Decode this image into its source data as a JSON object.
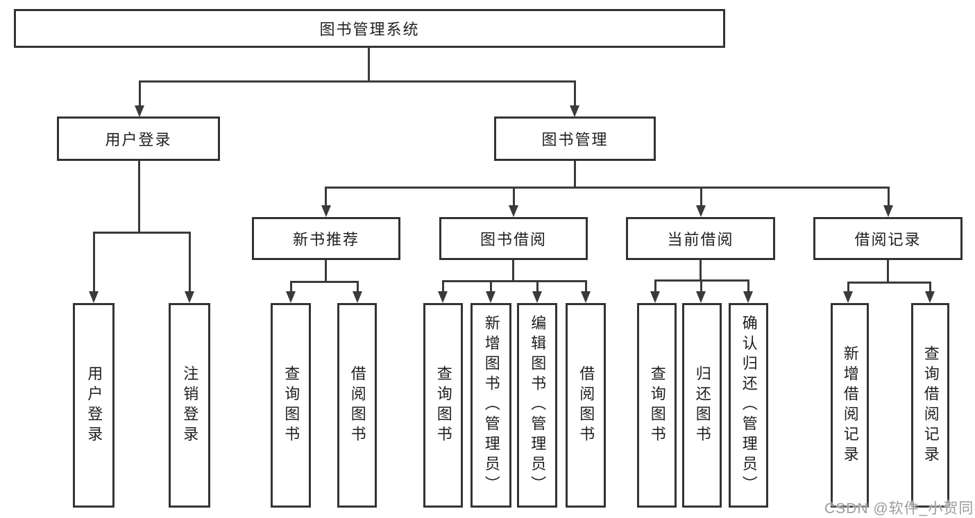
{
  "diagram_title": "图书管理系统",
  "colors": {
    "background": "#ffffff",
    "box_border": "#333333",
    "connector_line": "#3a3a3a",
    "text": "#1f1f1f",
    "watermark": "#9b9b9b"
  },
  "root": {
    "label": "图书管理系统"
  },
  "level2": [
    {
      "id": "user-login",
      "label": "用户登录"
    },
    {
      "id": "book-management",
      "label": "图书管理"
    }
  ],
  "level3": [
    {
      "id": "new-book-recommend",
      "parent": "图书管理",
      "label": "新书推荐"
    },
    {
      "id": "book-borrow",
      "parent": "图书管理",
      "label": "图书借阅"
    },
    {
      "id": "current-borrow",
      "parent": "图书管理",
      "label": "当前借阅"
    },
    {
      "id": "borrow-record",
      "parent": "图书管理",
      "label": "借阅记录"
    }
  ],
  "leaves": [
    {
      "parent": "用户登录",
      "label": "用户登录"
    },
    {
      "parent": "用户登录",
      "label": "注销登录"
    },
    {
      "parent": "新书推荐",
      "label": "查询图书"
    },
    {
      "parent": "新书推荐",
      "label": "借阅图书"
    },
    {
      "parent": "图书借阅",
      "label": "查询图书"
    },
    {
      "parent": "图书借阅",
      "label": "新增图书（管理员）"
    },
    {
      "parent": "图书借阅",
      "label": "编辑图书（管理员）"
    },
    {
      "parent": "图书借阅",
      "label": "借阅图书"
    },
    {
      "parent": "当前借阅",
      "label": "查询图书"
    },
    {
      "parent": "当前借阅",
      "label": "归还图书"
    },
    {
      "parent": "当前借阅",
      "label": "确认归还（管理员）"
    },
    {
      "parent": "借阅记录",
      "label": "新增借阅记录"
    },
    {
      "parent": "借阅记录",
      "label": "查询借阅记录"
    }
  ],
  "watermark": "CSDN @软件_小贺同学"
}
